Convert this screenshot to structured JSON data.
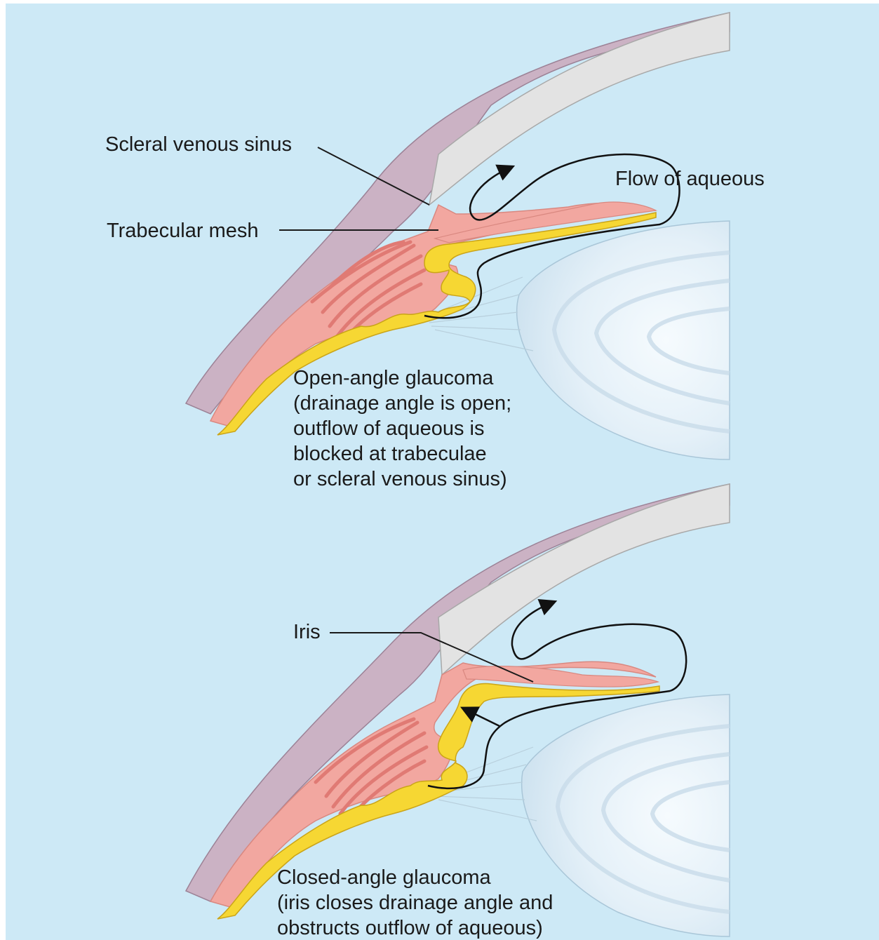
{
  "panels": {
    "open": {
      "labels": {
        "scleral_venous_sinus": "Scleral venous sinus",
        "trabecular_mesh": "Trabecular mesh",
        "flow_of_aqueous": "Flow of aqueous"
      },
      "caption": [
        "Open-angle glaucoma",
        "(drainage angle is open;",
        "outflow of aqueous is",
        "blocked at trabeculae",
        "or scleral venous sinus)"
      ]
    },
    "closed": {
      "labels": {
        "iris": "Iris"
      },
      "caption": [
        "Closed-angle glaucoma",
        "(iris closes drainage angle and",
        "obstructs outflow of aqueous)"
      ]
    }
  },
  "colors": {
    "background": "#cde9f6",
    "cornea": "#e3e3e3",
    "sclera": "#cbb2c4",
    "ciliary_body": "#f2a7a0",
    "muscle_fibers": "#e07a74",
    "iris_pigment": "#f6d733",
    "lens": "#eaf4fa"
  }
}
